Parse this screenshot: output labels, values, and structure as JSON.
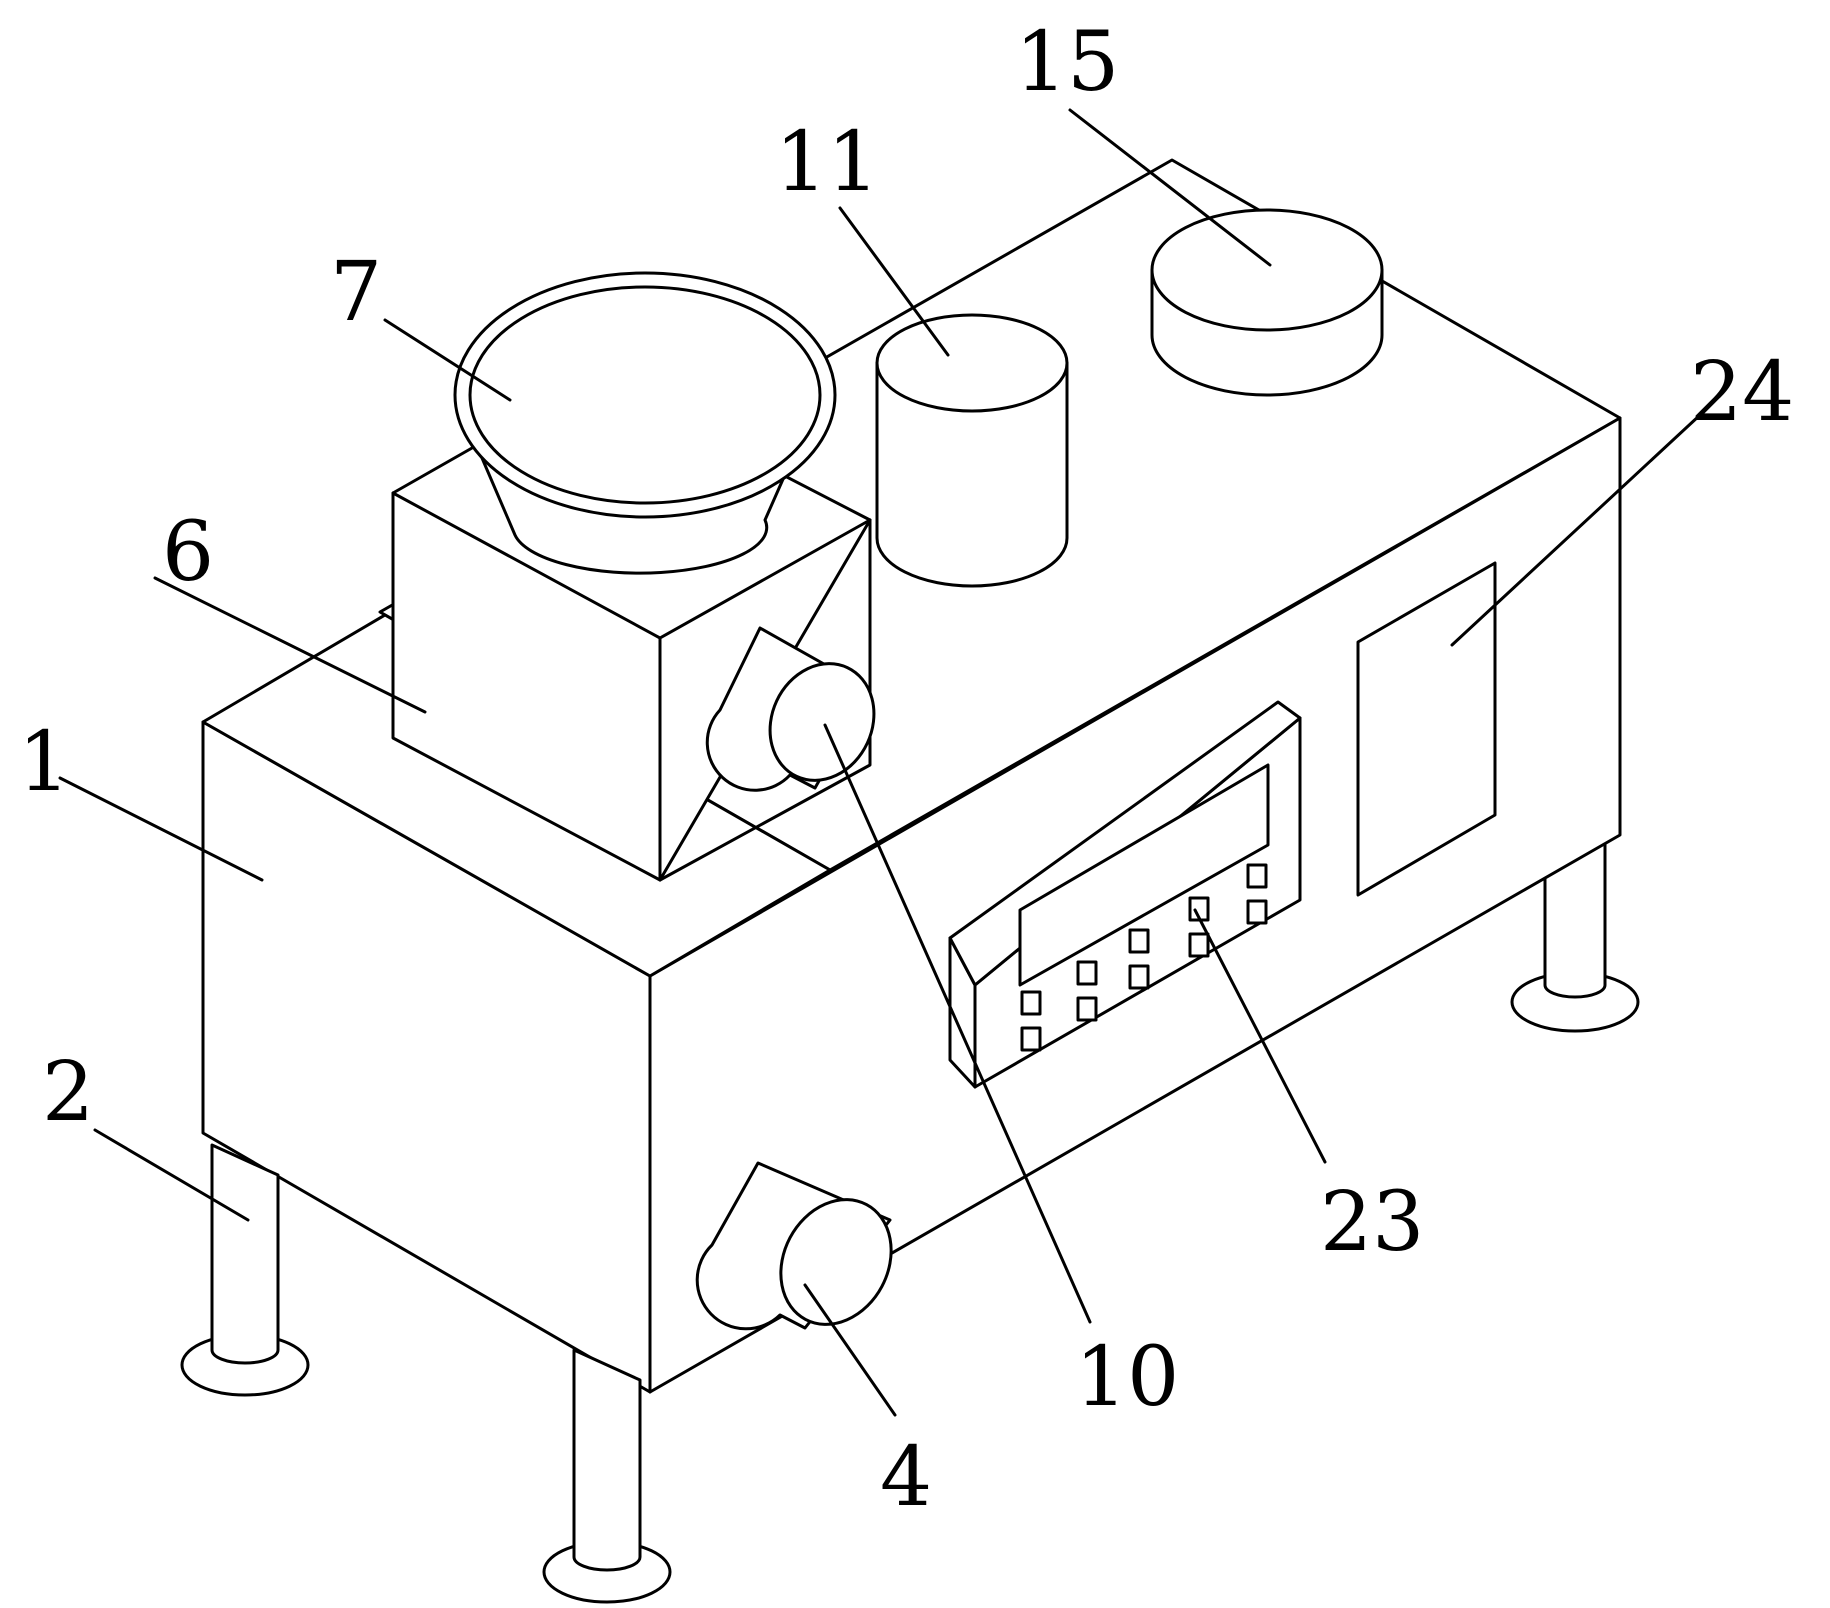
{
  "figure": {
    "labels": {
      "housing": "1",
      "leg": "2",
      "discharge_cylinder": "4",
      "crusher_box": "6",
      "feed_hopper": "7",
      "crusher_motor": "10",
      "cylinder_11": "11",
      "cylinder_15": "15",
      "control_panel": "23",
      "side_panel": "24"
    }
  }
}
